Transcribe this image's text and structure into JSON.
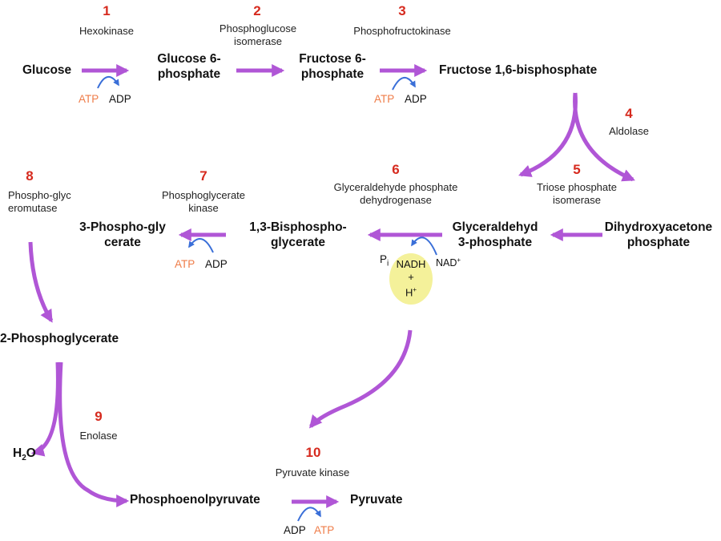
{
  "colors": {
    "arrow": "#b056d6",
    "cofactor_arrow": "#3a6fd8",
    "step_number": "#d62a1e",
    "atp": "#ef7c48",
    "nadh_highlight": "#f4f19a"
  },
  "steps": [
    {
      "number": "1",
      "enzyme": "Hexokinase"
    },
    {
      "number": "2",
      "enzyme": "Phosphoglucose isomerase"
    },
    {
      "number": "3",
      "enzyme": "Phosphofructokinase"
    },
    {
      "number": "4",
      "enzyme": "Aldolase"
    },
    {
      "number": "5",
      "enzyme": "Triose phosphate isomerase"
    },
    {
      "number": "6",
      "enzyme": "Glyceraldehyde phosphate dehydrogenase"
    },
    {
      "number": "7",
      "enzyme": "Phosphoglycerate kinase"
    },
    {
      "number": "8",
      "enzyme": "Phospho-glyceromutase"
    },
    {
      "number": "9",
      "enzyme": "Enolase"
    },
    {
      "number": "10",
      "enzyme": "Pyruvate kinase"
    }
  ],
  "metabolites": {
    "glucose": "Glucose",
    "glucose_6_phosphate": "Glucose 6-phosphate",
    "fructose_6_phosphate": "Fructose 6-phosphate",
    "fructose_16_bisphosphate": "Fructose 1,6-bisphosphate",
    "dihydroxyacetone_phosphate": "Dihydroxyacetone phosphate",
    "glyceraldehyde_3_phosphate": "Glyceraldehyd 3-phosphate",
    "bisphosphoglycerate": "1,3-Bisphospho-glycerate",
    "phosphoglycerate_3": "3-Phospho-glycerate",
    "phosphoglycerate_2": "2-Phosphoglycerate",
    "phosphoenolpyruvate": "Phosphoenolpyruvate",
    "pyruvate": "Pyruvate"
  },
  "cofactors": {
    "step1": {
      "in": "ATP",
      "out": "ADP"
    },
    "step3": {
      "in": "ATP",
      "out": "ADP"
    },
    "step6": {
      "pi": "P",
      "pi_sub": "i",
      "nad": "NAD",
      "nad_sup": "+",
      "nadh": "NADH",
      "plus": "+",
      "h": "H",
      "h_sup": "+"
    },
    "step7": {
      "in": "ATP",
      "out": "ADP"
    },
    "step9": {
      "h2o_h": "H",
      "h2o_sub": "2",
      "h2o_o": "O"
    },
    "step10": {
      "in": "ADP",
      "out": "ATP"
    }
  }
}
